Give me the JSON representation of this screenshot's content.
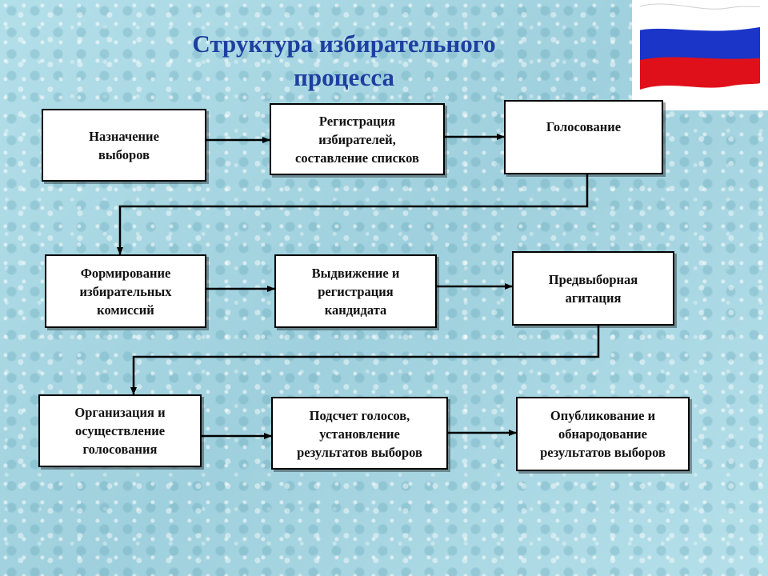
{
  "title": "Структура избирательного\nпроцесса",
  "steps": [
    "Назначение\nвыборов",
    "Регистрация\nизбирателей,\nсоставление списков",
    "Голосование",
    "Формирование\nизбирательных\nкомиссий",
    "Выдвижение и\nрегистрация\nкандидата",
    "Предвыборная\nагитация",
    "Организация и\nосуществление\nголосования",
    "Подсчет голосов,\nустановление\nрезультатов выборов",
    "Опубликование и\nобнародование\nрезультатов выборов"
  ],
  "colors": {
    "title": "#1f3fa0",
    "flag_white": "#ffffff",
    "flag_blue": "#1a35c8",
    "flag_red": "#e0101a"
  },
  "icons": {
    "flag": "russian-flag-icon"
  }
}
